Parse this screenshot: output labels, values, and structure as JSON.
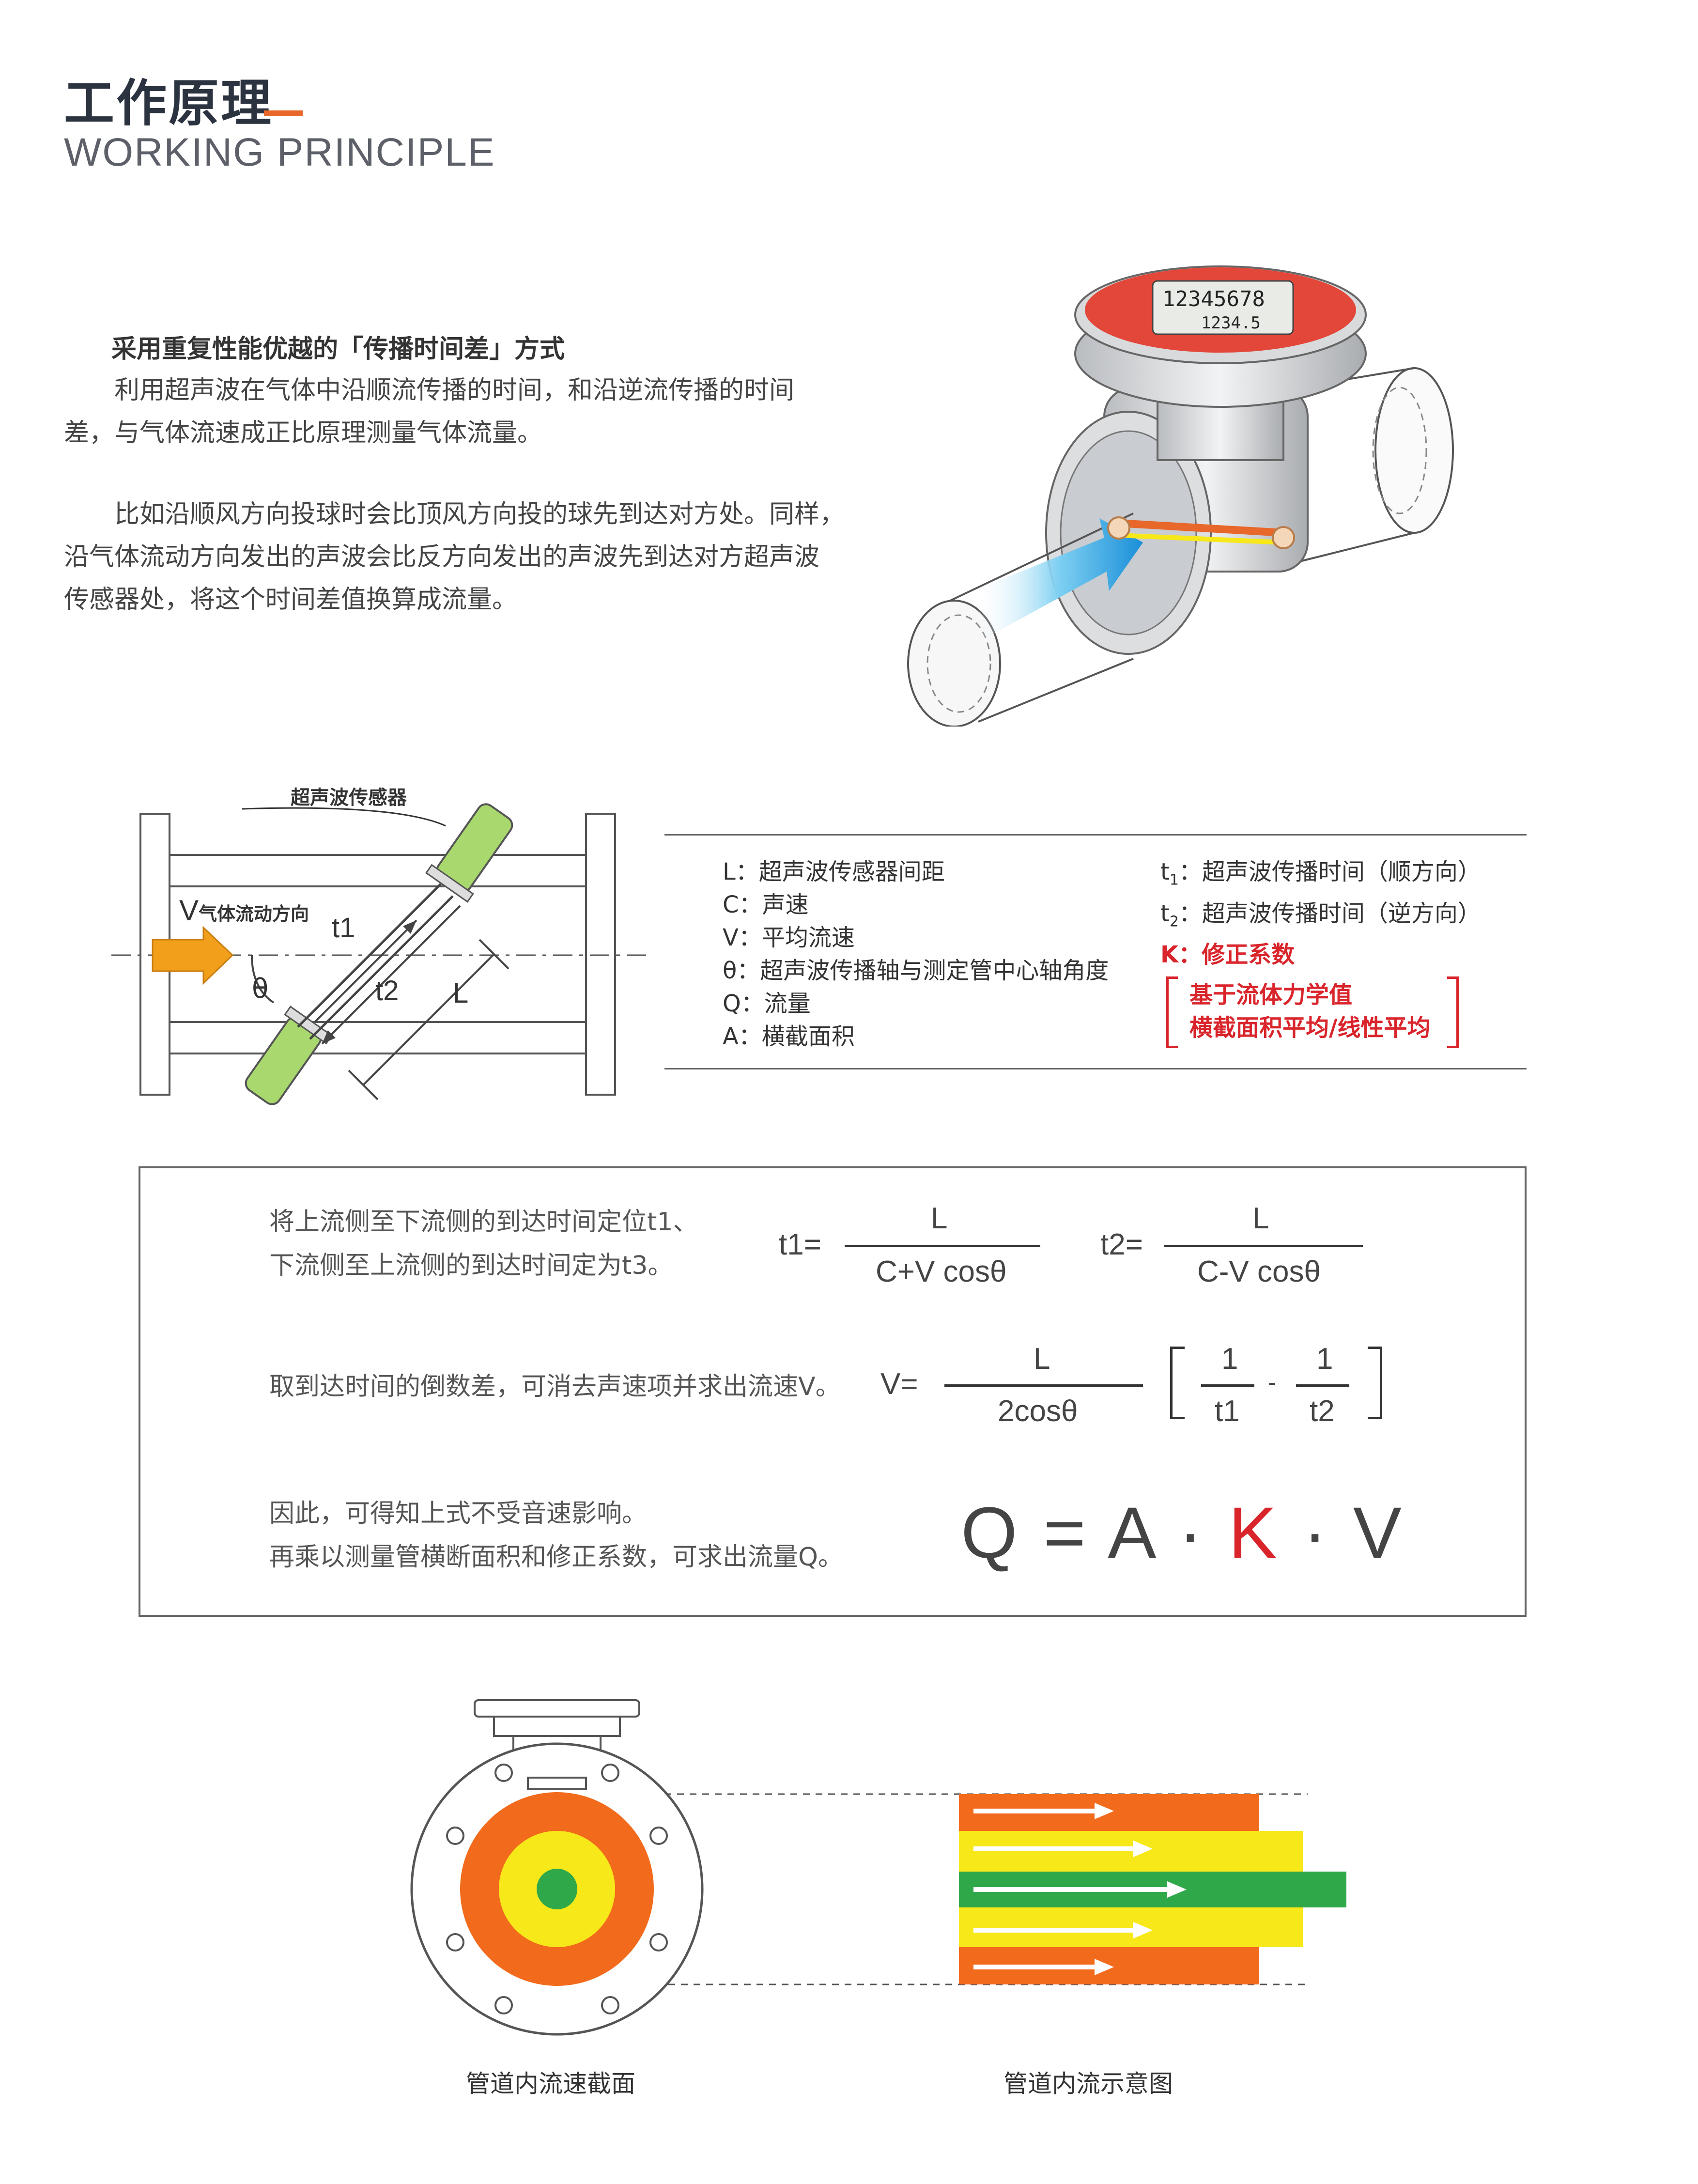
{
  "header": {
    "title_cn": "工作原理",
    "title_en": "WORKING PRINCIPLE"
  },
  "intro": {
    "heading": "采用重复性能优越的「传播时间差」方式",
    "p1_line1": "利用超声波在气体中沿顺流传播的时间，和沿逆流传播的时间",
    "p1_line2": "差，与气体流速成正比原理测量气体流量。",
    "p2_line1": "比如沿顺风方向投球时会比顶风方向投的球先到达对方处。同样，",
    "p2_line2": "沿气体流动方向发出的声波会比反方向发出的声波先到达对方超声波",
    "p2_line3": "传感器处，将这个时间差值换算成流量。"
  },
  "meter": {
    "display_main": "12345678",
    "display_sub": "1234.5"
  },
  "diagram": {
    "sensor_label": "超声波传感器",
    "v_letter": "V",
    "flow_label": "气体流动方向",
    "t1": "t1",
    "t2": "t2",
    "theta": "θ",
    "L": "L"
  },
  "definitions": {
    "left": [
      "L：超声波传感器间距",
      "C：声速",
      "V：平均流速",
      "θ：超声波传播轴与测定管中心轴角度",
      "Q：流量",
      "A：横截面积"
    ],
    "t1_sym": "t",
    "t1_sub": "1",
    "t1_def": "：超声波传播时间（顺方向）",
    "t2_sym": "t",
    "t2_sub": "2",
    "t2_def": "：超声波传播时间（逆方向）",
    "k_def": "K：修正系数",
    "bracket_line1": "基于流体力学值",
    "bracket_line2": "横截面积平均/线性平均"
  },
  "formulas": {
    "desc1_line1": "将上流侧至下流侧的到达时间定位t1、",
    "desc1_line2": "下流侧至上流侧的到达时间定为t3。",
    "t1_lhs": "t1=",
    "t1_num": "L",
    "t1_den": "C+V cosθ",
    "t2_lhs": "t2=",
    "t2_num": "L",
    "t2_den": "C-V cosθ",
    "desc2": "取到达时间的倒数差，可消去声速项并求出流速V。",
    "v_lhs": "V=",
    "v_num": "L",
    "v_den": "2cosθ",
    "inner_num1": "1",
    "inner_den1": "t1",
    "inner_minus": "-",
    "inner_num2": "1",
    "inner_den2": "t2",
    "desc3_line1": "因此，可得知上式不受音速影响。",
    "desc3_line2": "再乘以测量管横断面积和修正系数，可求出流量Q。",
    "q_part1": "Q = A · ",
    "q_k": "K",
    "q_part2": " · V"
  },
  "captions": {
    "cross_section": "管道内流速截面",
    "flow_diagram": "管道内流示意图"
  },
  "colors": {
    "accent_orange": "#e8672a",
    "red": "#d9242b",
    "flow_orange": "#f26a1b",
    "flow_yellow": "#f7e81a",
    "flow_green": "#2fa84a"
  }
}
